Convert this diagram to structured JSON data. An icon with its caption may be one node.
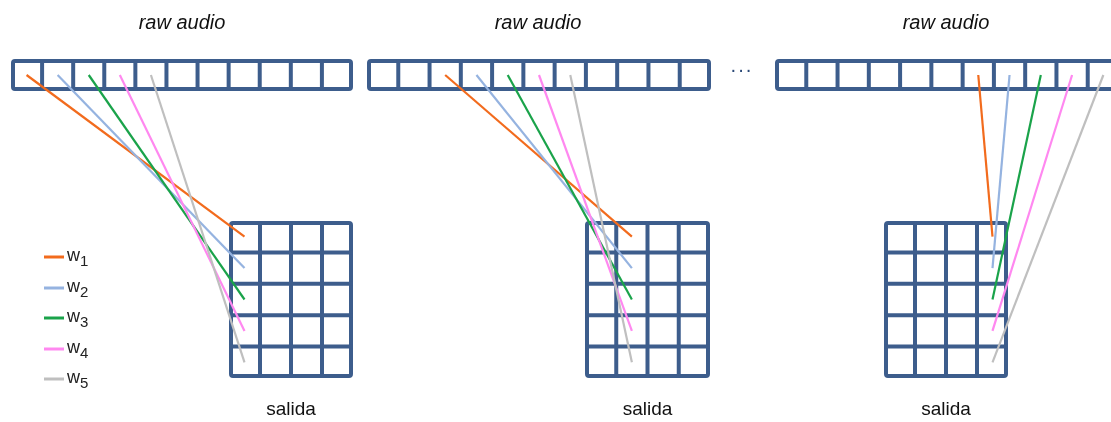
{
  "diagram": {
    "nodes": [
      {
        "text": [
          "raw audio"
        ]
      },
      {
        "text": [
          "salida"
        ]
      },
      {
        "text": [
          "raw audio"
        ]
      },
      {
        "text": [
          "salida"
        ]
      },
      {
        "text": [
          "raw audio"
        ]
      },
      {
        "text": [
          "salida"
        ]
      }
    ],
    "edges": [
      {
        "from": 0,
        "to": 1,
        "arrow": "none",
        "color": "#f26b1d"
      },
      {
        "from": 0,
        "to": 1,
        "arrow": "none",
        "color": "#95b3e0"
      },
      {
        "from": 0,
        "to": 1,
        "arrow": "none",
        "color": "#1aa34a"
      },
      {
        "from": 0,
        "to": 1,
        "arrow": "none",
        "color": "#ff88f0"
      },
      {
        "from": 0,
        "to": 1,
        "arrow": "none",
        "color": "#bfbfbf"
      },
      {
        "from": 2,
        "to": 3,
        "arrow": "none",
        "color": "#f26b1d"
      },
      {
        "from": 2,
        "to": 3,
        "arrow": "none",
        "color": "#95b3e0"
      },
      {
        "from": 2,
        "to": 3,
        "arrow": "none",
        "color": "#1aa34a"
      },
      {
        "from": 2,
        "to": 3,
        "arrow": "none",
        "color": "#ff88f0"
      },
      {
        "from": 2,
        "to": 3,
        "arrow": "none",
        "color": "#bfbfbf"
      },
      {
        "from": 4,
        "to": 5,
        "arrow": "none",
        "color": "#f26b1d"
      },
      {
        "from": 4,
        "to": 5,
        "arrow": "none",
        "color": "#95b3e0"
      },
      {
        "from": 4,
        "to": 5,
        "arrow": "none",
        "color": "#1aa34a"
      },
      {
        "from": 4,
        "to": 5,
        "arrow": "none",
        "color": "#ff88f0"
      },
      {
        "from": 4,
        "to": 5,
        "arrow": "none",
        "color": "#bfbfbf"
      }
    ],
    "labels": [
      "···"
    ],
    "legend": [
      {
        "text": "w$_{1}$",
        "color": "#f26b1d"
      },
      {
        "text": "w$_{2}$",
        "color": "#95b3e0"
      },
      {
        "text": "w$_{3}$",
        "color": "#1aa34a"
      },
      {
        "text": "w$_{4}$",
        "color": "#ff88f0"
      },
      {
        "text": "w$_{5}$",
        "color": "#bfbfbf"
      }
    ]
  }
}
